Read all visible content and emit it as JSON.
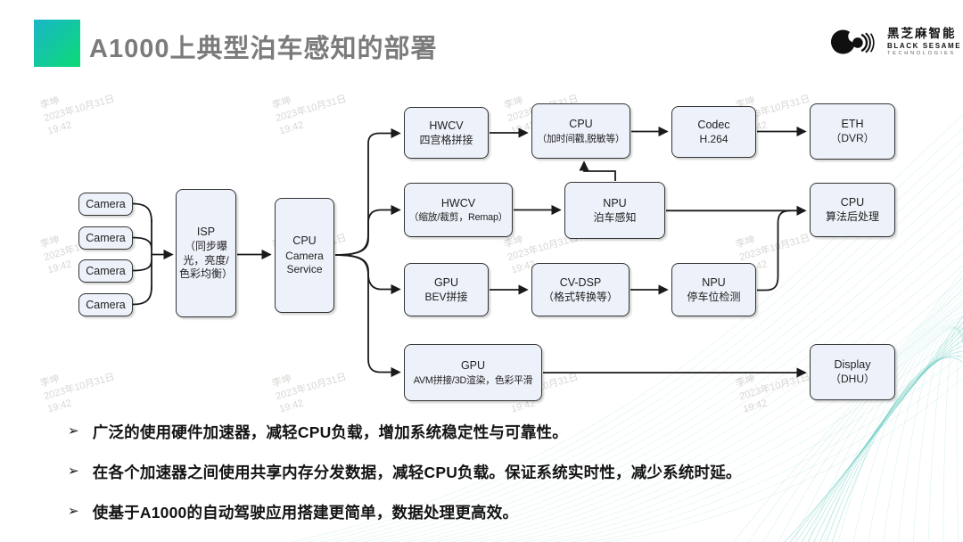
{
  "header": {
    "title": "A1000上典型泊车感知的部署",
    "logo": {
      "cn": "黑芝麻智能",
      "en1": "BLACK SESAME",
      "en2": "TECHNOLOGIES"
    }
  },
  "watermark": {
    "line1": "李坤",
    "line2": "2023年10月31日",
    "line3": "19:42"
  },
  "diagram": {
    "nodes": {
      "camera": {
        "line1": "Camera"
      },
      "isp": {
        "line1": "ISP",
        "line2": "（同步曝光，亮度/色彩均衡）"
      },
      "cpu_camera_service": {
        "line1": "CPU",
        "line2": "Camera Service"
      },
      "hwcv_quad": {
        "line1": "HWCV",
        "line2": "四宫格拼接"
      },
      "cpu_stamp": {
        "line1": "CPU",
        "line2": "（加时间戳,脱敏等）"
      },
      "codec": {
        "line1": "Codec",
        "line2": "H.264"
      },
      "eth": {
        "line1": "ETH",
        "line2": "（DVR）"
      },
      "hwcv_remap": {
        "line1": "HWCV",
        "line2": "（缩放/裁剪，Remap）"
      },
      "npu_parking": {
        "line1": "NPU",
        "line2": "泊车感知"
      },
      "cpu_post": {
        "line1": "CPU",
        "line2": "算法后处理"
      },
      "gpu_bev": {
        "line1": "GPU",
        "line2": "BEV拼接"
      },
      "cv_dsp": {
        "line1": "CV-DSP",
        "line2": "（格式转换等）"
      },
      "npu_slot": {
        "line1": "NPU",
        "line2": "停车位检测"
      },
      "gpu_avm": {
        "line1": "GPU",
        "line2": "AVM拼接/3D渲染，色彩平滑"
      },
      "display": {
        "line1": "Display",
        "line2": "（DHU）"
      }
    }
  },
  "bullets": {
    "marker": "➢",
    "items": [
      "广泛的使用硬件加速器，减轻CPU负载，增加系统稳定性与可靠性。",
      "在各个加速器之间使用共享内存分发数据，减轻CPU负载。保证系统实时性，减少系统时延。",
      "使基于A1000的自动驾驶应用搭建更简单，数据处理更高效。"
    ]
  },
  "colors": {
    "accent_gradient_start": "#1ab6c9",
    "accent_gradient_end": "#0cda74",
    "box_fill": "#edf1f9",
    "box_border": "#333333",
    "connector": "#1a1a1a",
    "mesh_decoration": "#4fc3b5",
    "title_gray": "#7b7b7b"
  }
}
